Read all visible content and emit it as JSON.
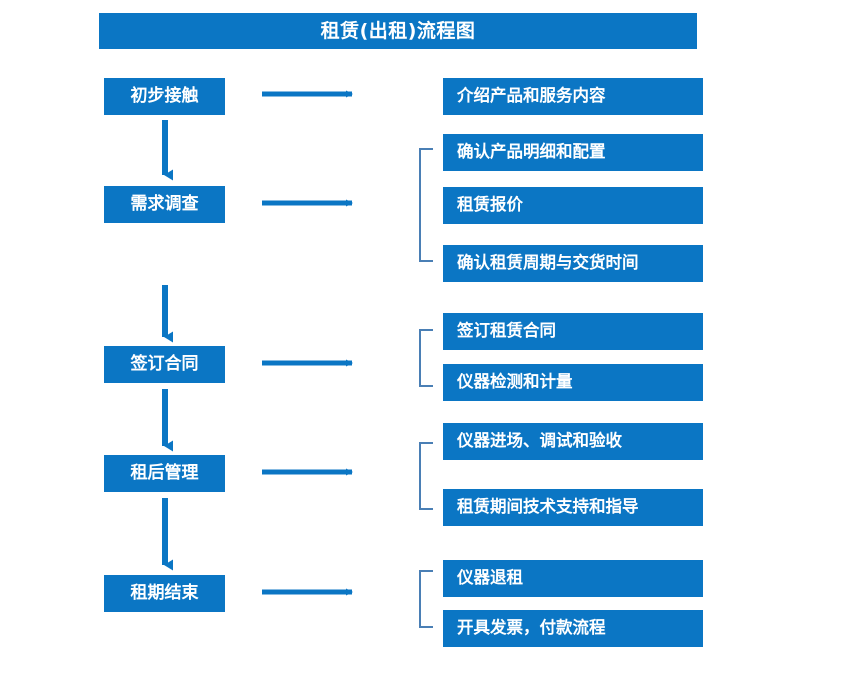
{
  "diagram": {
    "title": "租赁(出租)流程图",
    "theme": {
      "box_fill": "#0b76c4",
      "box_text": "#ffffff",
      "arrow_color": "#0b76c4",
      "bracket_color": "#4a7fb5",
      "background": "#ffffff"
    },
    "stages": [
      {
        "label": "初步接触"
      },
      {
        "label": "需求调查"
      },
      {
        "label": "签订合同"
      },
      {
        "label": "租后管理"
      },
      {
        "label": "租期结束"
      }
    ],
    "details": [
      {
        "label": "介绍产品和服务内容"
      },
      {
        "label": "确认产品明细和配置"
      },
      {
        "label": "租赁报价"
      },
      {
        "label": "确认租赁周期与交货时间"
      },
      {
        "label": "签订租赁合同"
      },
      {
        "label": "仪器检测和计量"
      },
      {
        "label": "仪器进场、调试和验收"
      },
      {
        "label": "租赁期间技术支持和指导"
      },
      {
        "label": "仪器退租"
      },
      {
        "label": "开具发票，付款流程"
      }
    ]
  }
}
